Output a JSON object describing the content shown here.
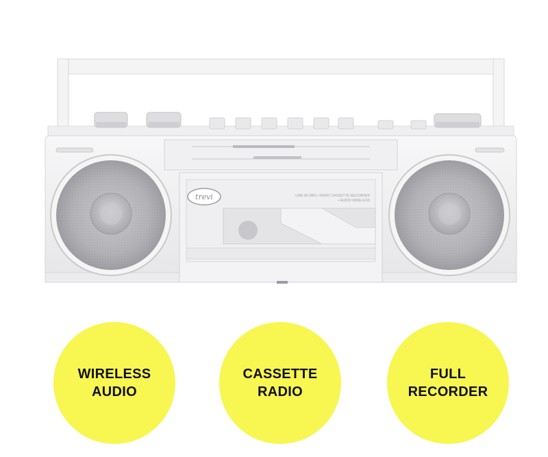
{
  "product": {
    "brand_logo": "trevi",
    "model_line_1": "USB-SD MP3 • RADIO CASSETTE RECORDER",
    "model_line_2": "+ AUDIO WIRELESS"
  },
  "badges": [
    {
      "line1": "WIRELESS",
      "line2": "AUDIO"
    },
    {
      "line1": "CASSETTE",
      "line2": "RADIO"
    },
    {
      "line1": "FULL",
      "line2": "RECORDER"
    }
  ],
  "colors": {
    "badge_fill": "#F8F651",
    "badge_text": "#111111",
    "device_body": "#F2F2F3",
    "speaker_grille": "#B5B5B8"
  }
}
